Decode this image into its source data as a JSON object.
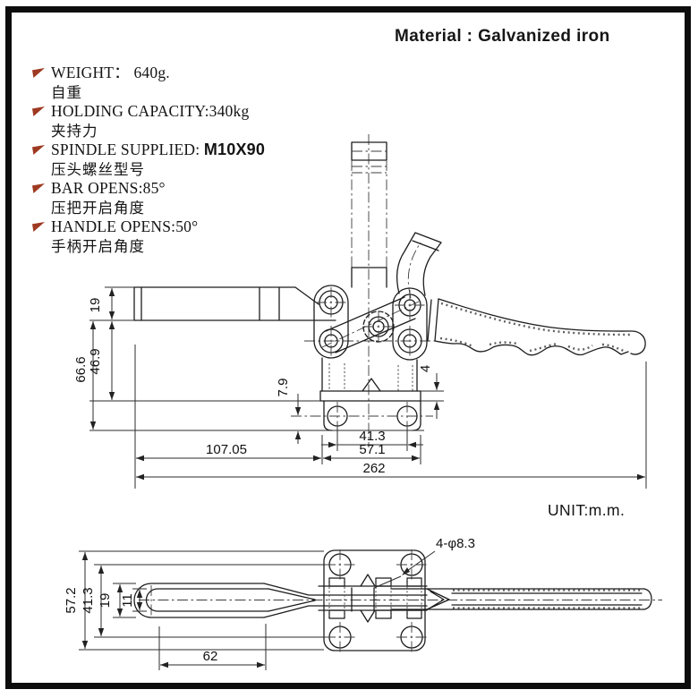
{
  "header": {
    "material_label": "Material :  Galvanized iron"
  },
  "specs": {
    "items": [
      {
        "en": "WEIGHT： 640g.",
        "cn": "自重"
      },
      {
        "en": "HOLDING CAPACITY:340kg",
        "cn": "夹持力"
      },
      {
        "en": "SPINDLE SUPPLIED: ",
        "value": "M10X90",
        "cn": "压头螺丝型号"
      },
      {
        "en": "BAR OPENS:85°",
        "cn": "压把开启角度"
      },
      {
        "en": "HANDLE OPENS:50°",
        "cn": "手柄开启角度"
      }
    ]
  },
  "drawing": {
    "unit_label": "UNIT:m.m.",
    "side_dims": {
      "bar_thickness": "19",
      "bar_to_flange": "46.9",
      "bar_to_base": "66.6",
      "hole_offset": "7.9",
      "flange_thickness": "4",
      "hole_spacing": "41.3",
      "base_length": "57.1",
      "bar_length": "107.05",
      "overall_length": "262"
    },
    "bottom_dims": {
      "base_width": "57.2",
      "hole_spacing": "41.3",
      "bar_width": "19",
      "slot_width": "11",
      "slot_length": "62",
      "holes_label": "4-φ8.3"
    }
  }
}
